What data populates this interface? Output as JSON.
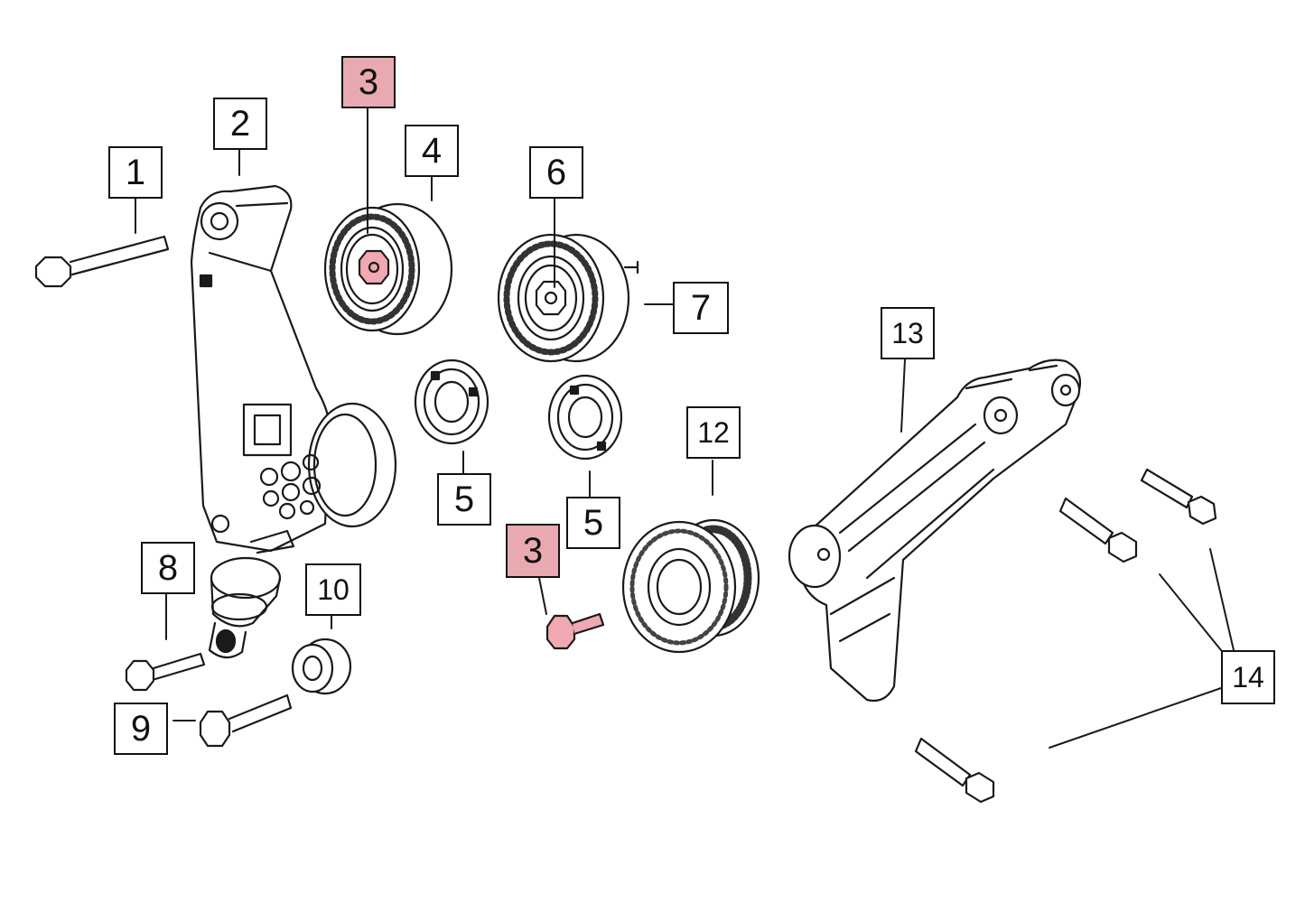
{
  "callouts": {
    "c1": "1",
    "c2": "2",
    "c3a": "3",
    "c3b": "3",
    "c4": "4",
    "c5a": "5",
    "c5b": "5",
    "c6": "6",
    "c7": "7",
    "c8": "8",
    "c9": "9",
    "c10": "10",
    "c12": "12",
    "c13": "13",
    "c14": "14"
  },
  "colors": {
    "highlight": "#e8aab0",
    "highlight_part": "#f0a8b2",
    "line": "#1a1a1a"
  }
}
